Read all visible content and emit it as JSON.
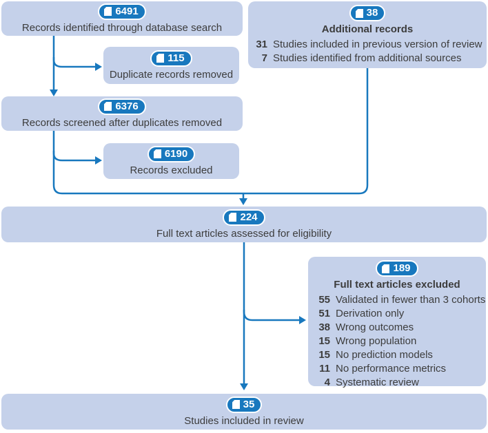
{
  "colors": {
    "accent": "#1878BE",
    "box_fill": "#C5D1EA",
    "text": "#3C3C3C",
    "badge_text": "#FFFFFF"
  },
  "boxes": {
    "identified": {
      "badge": "6491",
      "label": "Records identified through database search"
    },
    "additional": {
      "badge": "38",
      "title": "Additional records",
      "items": [
        {
          "n": "31",
          "t": "Studies included in previous version of review"
        },
        {
          "n": "7",
          "t": "Studies identified from additional sources"
        }
      ]
    },
    "duplicates": {
      "badge": "115",
      "label": "Duplicate records removed"
    },
    "screened": {
      "badge": "6376",
      "label": "Records screened after duplicates removed"
    },
    "excluded": {
      "badge": "6190",
      "label": "Records excluded"
    },
    "fulltext": {
      "badge": "224",
      "label": "Full text articles assessed for eligibility"
    },
    "ft_excluded": {
      "badge": "189",
      "title": "Full text articles excluded",
      "items": [
        {
          "n": "55",
          "t": "Validated in fewer than 3 cohorts"
        },
        {
          "n": "51",
          "t": "Derivation only"
        },
        {
          "n": "38",
          "t": "Wrong outcomes"
        },
        {
          "n": "15",
          "t": "Wrong population"
        },
        {
          "n": "15",
          "t": "No prediction models"
        },
        {
          "n": "11",
          "t": "No performance metrics"
        },
        {
          "n": "4",
          "t": "Systematic review"
        }
      ]
    },
    "included": {
      "badge": "35",
      "label": "Studies included in review"
    }
  }
}
